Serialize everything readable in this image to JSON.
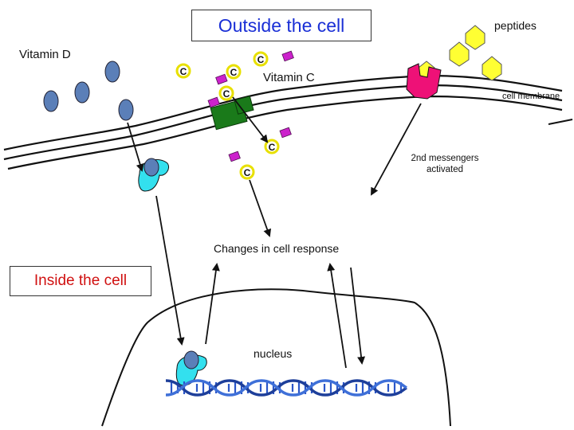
{
  "labels": {
    "outside": "Outside the cell",
    "inside": "Inside the cell",
    "vitamin_d": "Vitamin D",
    "vitamin_c": "Vitamin C",
    "peptides": "peptides",
    "membrane": "cell membrane",
    "second_messengers": "2nd messengers activated",
    "changes": "Changes in cell response",
    "nucleus": "nucleus"
  },
  "molecule_letter": "C",
  "colors": {
    "outside_title": "#1a2fd6",
    "inside_title": "#d01010",
    "vitamin_d_molecule": "#5b7fb8",
    "vitamin_c_ring": "#e8e000",
    "vitamin_c_tag": "#cc22cc",
    "peptide": "#ffff33",
    "peptide_receptor": "#ee1177",
    "membrane_receptor": "#1a7a1a",
    "cytoplasm_receptor": "#33e0ee",
    "dna_blue": "#2a56c8"
  }
}
